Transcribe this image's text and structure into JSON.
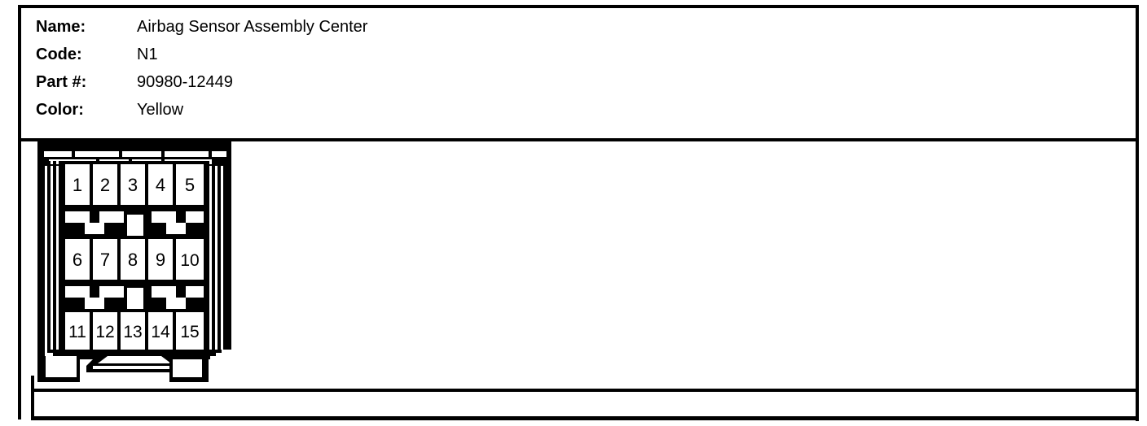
{
  "header": {
    "rows": [
      {
        "label": "Name:",
        "value": "Airbag Sensor Assembly Center"
      },
      {
        "label": "Code:",
        "value": "N1"
      },
      {
        "label": "Part #:",
        "value": "90980-12449"
      },
      {
        "label": "Color:",
        "value": "Yellow"
      }
    ]
  },
  "connector": {
    "name": "connector-pinout-diagram",
    "type": "15-pin rectangular automotive connector",
    "rows": [
      [
        "1",
        "2",
        "3",
        "4",
        "5"
      ],
      [
        "6",
        "7",
        "8",
        "9",
        "10"
      ],
      [
        "11",
        "12",
        "13",
        "14",
        "15"
      ]
    ],
    "total_pins": 15,
    "colors": {
      "line": "#000000",
      "fill": "#ffffff"
    }
  },
  "colors": {
    "page_background": "#ffffff",
    "rule": "#000000",
    "text": "#000000"
  }
}
